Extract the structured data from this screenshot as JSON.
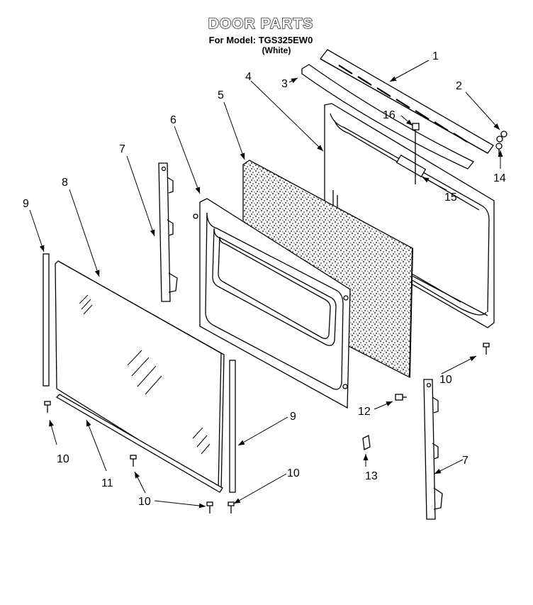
{
  "header": {
    "title": "DOOR PARTS",
    "model_line": "For Model: TGS325EW0",
    "variant": "(White)"
  },
  "callouts": {
    "c1": "1",
    "c2": "2",
    "c3": "3",
    "c4": "4",
    "c5": "5",
    "c6": "6",
    "c7a": "7",
    "c7b": "7",
    "c8": "8",
    "c9a": "9",
    "c9b": "9",
    "c10a": "10",
    "c10b": "10",
    "c10c": "10",
    "c10d": "10",
    "c11": "11",
    "c12": "12",
    "c13": "13",
    "c14": "14",
    "c15": "15",
    "c16": "16"
  }
}
